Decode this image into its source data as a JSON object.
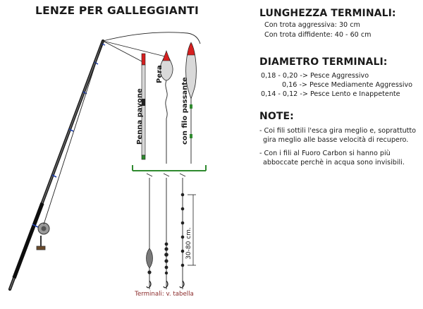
{
  "title": "LENZE PER GALLEGGIANTI",
  "lunghezza": {
    "title": "LUNGHEZZA TERMINALI:",
    "lines": [
      "Con trota aggressiva: 30 cm",
      "Con trota diffidente: 40 - 60 cm"
    ]
  },
  "diametro": {
    "title": "DIAMETRO TERMINALI:",
    "rows": [
      {
        "value": "0,18 - 0,20",
        "arrow": "->",
        "desc": "Pesce Aggressivo"
      },
      {
        "value": "0,16",
        "arrow": "->",
        "desc": "Pesce Mediamente Aggressivo"
      },
      {
        "value": "0,14 - 0,12",
        "arrow": "->",
        "desc": "Pesce Lento e Inappetente"
      }
    ]
  },
  "note": {
    "title": "NOTE:",
    "items": [
      [
        "- Coi fili sottili l'esca gira meglio e, soprattutto",
        "  gira meglio alle basse velocità di recupero."
      ],
      [
        "- Con i fili al Fuoro Carbon si hanno più",
        "  abboccate perchè in acqua sono invisibili."
      ]
    ]
  },
  "diagram": {
    "float_labels": [
      "Penna pavone",
      "Pera",
      "con filo passante"
    ],
    "measure_label": "30-80 cm.",
    "terminali_label": "Terminali: v. tabella",
    "colors": {
      "red": "#d61f1f",
      "green": "#2f8a2f",
      "blue": "#1d3fae",
      "line": "#222222"
    }
  }
}
